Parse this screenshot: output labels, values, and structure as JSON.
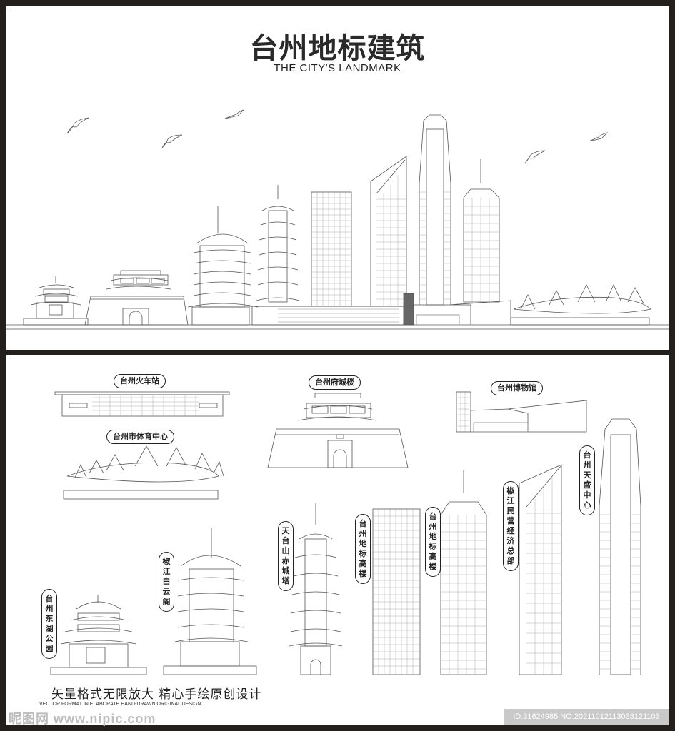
{
  "header": {
    "title": "台州地标建筑",
    "subtitle": "THE CITY'S LANDMARK"
  },
  "landmarks": {
    "train_station": "台州火车站",
    "sports_center": "台州市体育中心",
    "city_tower": "台州府城楼",
    "museum": "台州博物馆",
    "tianning_pagoda": "天台山赤城塔",
    "landmark_tall_1": "台州地标高楼",
    "landmark_tall_2": "台州地标高楼",
    "private_economy_hq": "椒江民营经济总部",
    "tiansheng_center": "台州天盛中心",
    "baiyun_pavilion": "椒江白云阁",
    "donghu_park": "台州东湖公园"
  },
  "footer": {
    "slogan": "矢量格式无限放大 精心手绘原创设计",
    "slogan_en": "VECTOR FORMAT IN ELABORATE HAND-DRAWN ORIGINAL DESIGN",
    "watermark": "昵图网 www.nipic.com",
    "id_text": "ID:31624985 NO:20211012113038121103"
  },
  "colors": {
    "frame": "#231f1c",
    "line": "#555555",
    "text": "#222222",
    "id_bar": "#c9c9c9"
  }
}
